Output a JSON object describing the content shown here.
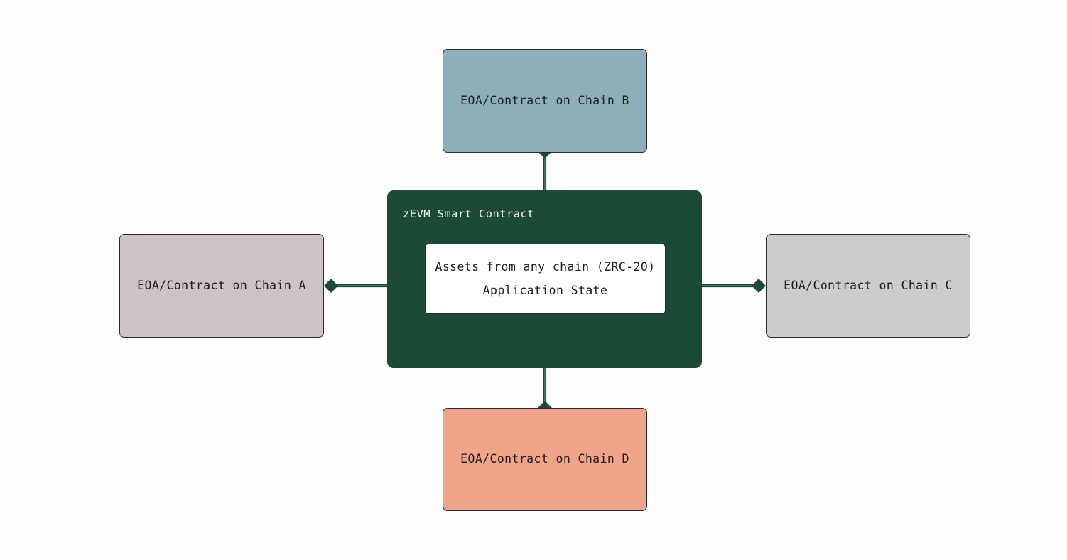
{
  "diagram": {
    "background_color": "#fdfdfd",
    "accent_color": "#1b4a37",
    "center": {
      "title": "zEVM Smart Contract",
      "fill_color": "#1b4a37",
      "text_color": "#f2f5f3",
      "inner_box": {
        "fill_color": "#ffffff",
        "lines": [
          "Assets from any chain (ZRC-20)",
          "Application State"
        ]
      }
    },
    "nodes": [
      {
        "id": "chain-b",
        "label": "EOA/Contract on Chain B",
        "position": "top",
        "fill_color": "#8cb0bb",
        "border_color": "#2b2b2b"
      },
      {
        "id": "chain-a",
        "label": "EOA/Contract on Chain A",
        "position": "left",
        "fill_color": "#cdc2c7",
        "border_color": "#2b2b2b"
      },
      {
        "id": "chain-c",
        "label": "EOA/Contract on Chain C",
        "position": "right",
        "fill_color": "#ccccca",
        "border_color": "#2b2b2b"
      },
      {
        "id": "chain-d",
        "label": "EOA/Contract on Chain D",
        "position": "bottom",
        "fill_color": "#f0a58b",
        "border_color": "#2b2b2b"
      }
    ],
    "connectors": [
      {
        "id": "zevm-to-chain-b",
        "from": "center",
        "to": "chain-b",
        "arrowhead": "diamond",
        "color": "#1b4a37"
      },
      {
        "id": "zevm-to-chain-a",
        "from": "center",
        "to": "chain-a",
        "arrowhead": "diamond",
        "color": "#1b4a37"
      },
      {
        "id": "zevm-to-chain-c",
        "from": "center",
        "to": "chain-c",
        "arrowhead": "diamond",
        "color": "#1b4a37"
      },
      {
        "id": "zevm-to-chain-d",
        "from": "center",
        "to": "chain-d",
        "arrowhead": "diamond",
        "color": "#1b4a37"
      }
    ]
  }
}
